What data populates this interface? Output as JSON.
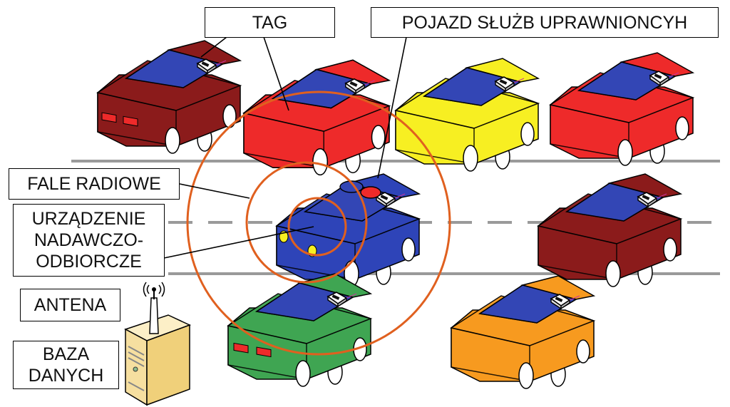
{
  "labels": {
    "tag": "TAG",
    "emergency_vehicle": "POJAZD SŁUŻB UPRAWNIONCYH",
    "radio_waves": "FALE RADIOWE",
    "transceiver": [
      "URZĄDZENIE",
      "NADAWCZO-",
      "ODBIORCZE"
    ],
    "antenna": "ANTENA",
    "database": [
      "BAZA",
      "DANYCH"
    ]
  },
  "colors": {
    "dark_red": "#8B1B1B",
    "red": "#EE2A2A",
    "yellow": "#F7EF22",
    "blue_car": "#2E44B8",
    "green": "#3FA552",
    "orange": "#F79A1F",
    "window_blue": "#3346B5",
    "radio_wave_ring": "#E0601F",
    "road_line": "#9A9A9A"
  },
  "cars": [
    {
      "name": "car-dark-red-top-left",
      "color": "dark_red",
      "tag": true
    },
    {
      "name": "car-red-top",
      "color": "red",
      "tag": true
    },
    {
      "name": "car-yellow-top",
      "color": "yellow",
      "tag": true
    },
    {
      "name": "car-red-top-right",
      "color": "red",
      "tag": true
    },
    {
      "name": "car-blue-emergency",
      "color": "blue_car",
      "tag": true
    },
    {
      "name": "car-dark-red-right",
      "color": "dark_red",
      "tag": true
    },
    {
      "name": "car-green-bottom",
      "color": "green",
      "tag": true
    },
    {
      "name": "car-orange-bottom",
      "color": "orange",
      "tag": true
    }
  ]
}
